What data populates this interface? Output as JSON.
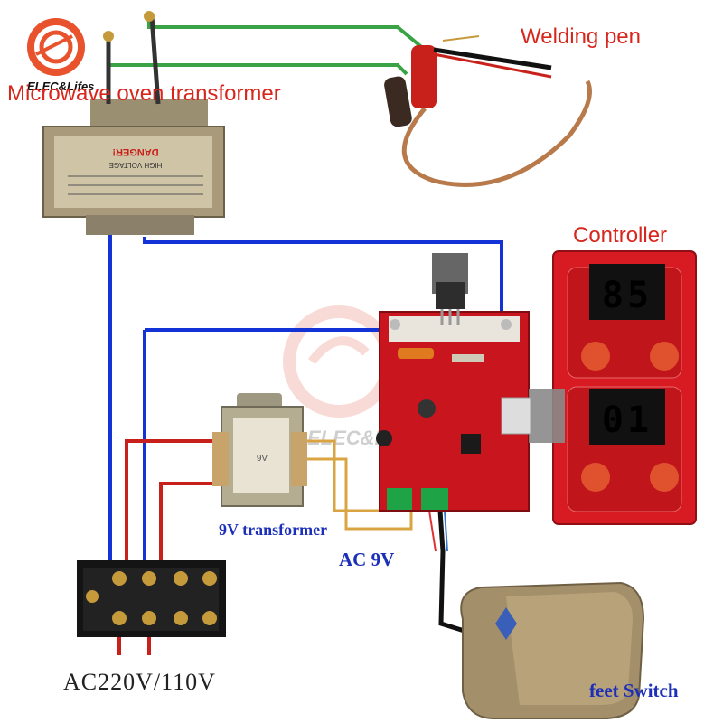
{
  "logo": {
    "text": "ELEC&Lifes",
    "watermark_text": "ELEC&Lifes"
  },
  "labels": {
    "microwave_transformer": "Microwave oven transformer",
    "welding_pen": "Welding pen",
    "controller": "Controller",
    "transformer_9v": "9V transformer",
    "ac_9v": "AC 9V",
    "feet_switch": "feet Switch",
    "ac_mains": "AC220V/110V"
  },
  "displays": {
    "upper": "85",
    "lower": "01"
  },
  "microwave_transformer_plate": {
    "warning": "DANGER!",
    "caption": "HIGH VOLTAGE"
  },
  "small_transformer_marking": "9V",
  "colors": {
    "wire_green": "#3aa345",
    "wire_blue": "#1433d6",
    "wire_red": "#c8201a",
    "wire_yellow": "#d9a441",
    "board_red": "#c9161e",
    "label_red": "#d8261c",
    "label_blue": "#1b2fb8"
  }
}
